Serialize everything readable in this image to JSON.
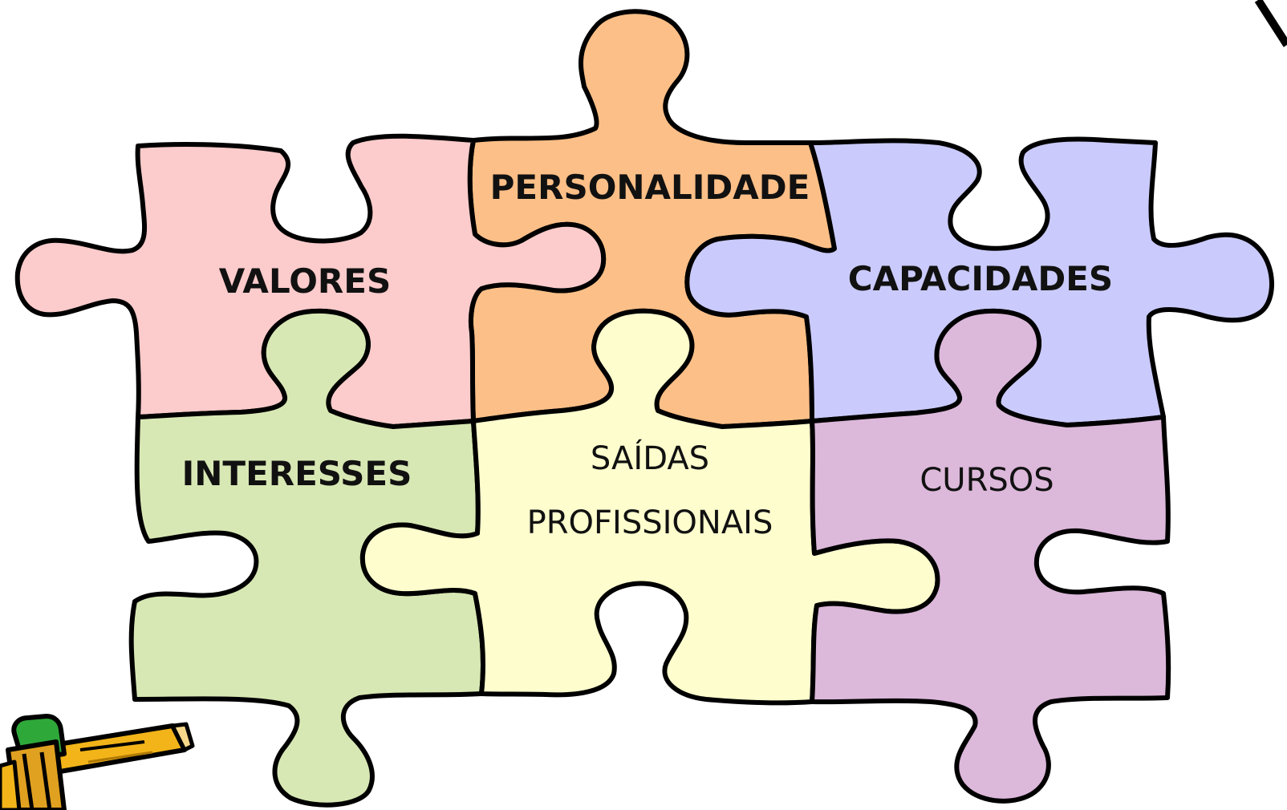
{
  "pieces": {
    "valores": {
      "label": "VALORES",
      "color": "#fccbcb"
    },
    "personalidade": {
      "label": "PERSONALIDADE",
      "color": "#fcbf87"
    },
    "capacidades": {
      "label": "CAPACIDADES",
      "color": "#cacafc"
    },
    "interesses": {
      "label": "INTERESSES",
      "color": "#d8e8b4"
    },
    "saidas": {
      "label_line1": "SAÍDAS",
      "label_line2": "PROFISSIONAIS",
      "color": "#fdfdcd"
    },
    "cursos": {
      "label": "CURSOS",
      "color": "#dcb8da"
    }
  },
  "decorations": {
    "pencil_icon": "pencil-icon",
    "corner_line_icon": "corner-line-icon"
  },
  "colors": {
    "outline": "#000000",
    "pencil_body": "#f2b418",
    "pencil_eraser": "#2fa83a"
  }
}
